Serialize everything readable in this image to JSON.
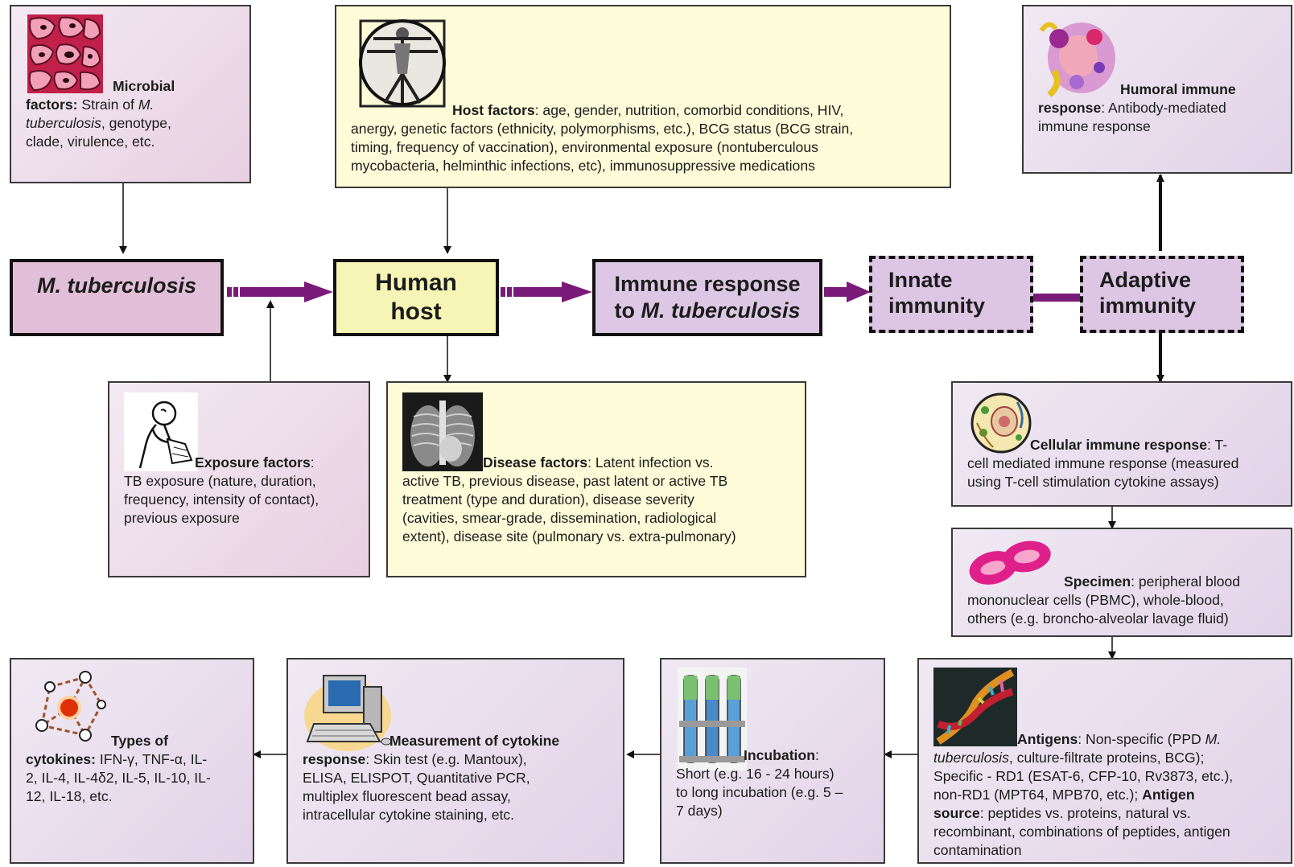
{
  "main_flow": {
    "mtb": "M. tuberculosis",
    "host_line1": "Human",
    "host_line2": "host",
    "immune_line1": "Immune response",
    "immune_line2_prefix": "to ",
    "immune_line2_em": "M. tuberculosis",
    "innate_line1": "Innate",
    "innate_line2": "immunity",
    "adaptive_line1": "Adaptive",
    "adaptive_line2": "immunity"
  },
  "microbial": {
    "title_a": "Microbial",
    "title_b": "factors:",
    "text_a": " Strain of ",
    "em_a": "M.",
    "em_b": "tuberculosis",
    "text_b": ", genotype,",
    "text_c": "clade, virulence, etc."
  },
  "host": {
    "title": "Host factors",
    "line1": ": age, gender, nutrition, comorbid conditions, HIV,",
    "line2": "anergy, genetic factors (ethnicity, polymorphisms, etc.), BCG status (BCG strain,",
    "line3": "timing, frequency of vaccination), environmental exposure (nontuberculous",
    "line4": "mycobacteria, helminthic infections, etc), immunosuppressive medications"
  },
  "humoral": {
    "title_a": "Humoral immune",
    "title_b": "response",
    "text_a": ": Antibody-mediated",
    "text_b": "immune response"
  },
  "exposure": {
    "title": "Exposure factors",
    "line1": ":",
    "line2": "TB exposure (nature, duration,",
    "line3": "frequency, intensity of contact),",
    "line4": "previous exposure"
  },
  "disease": {
    "title": "Disease factors",
    "line1": ": Latent infection vs.",
    "line2": "active TB, previous disease, past latent or active TB",
    "line3": "treatment (type and duration), disease severity",
    "line4": "(cavities, smear-grade, dissemination, radiological",
    "line5": "extent), disease site (pulmonary vs. extra-pulmonary)"
  },
  "cellular": {
    "title": "Cellular immune response",
    "line1": ": T-",
    "line2": "cell mediated immune response (measured",
    "line3": "using T-cell stimulation cytokine assays)"
  },
  "specimen": {
    "title": "Specimen",
    "line1": ": peripheral blood",
    "line2": "mononuclear cells (PBMC), whole-blood,",
    "line3": "others (e.g. broncho-alveolar lavage fluid)"
  },
  "antigens": {
    "title": "Antigens",
    "line1": ": Non-specific (PPD ",
    "line1_em": "M.",
    "line2_em": "tuberculosis",
    "line2": ", culture-filtrate proteins, BCG);",
    "line3": "Specific - RD1 (ESAT-6, CFP-10, Rv3873, etc.),",
    "line4": "non-RD1 (MPT64, MPB70, etc.); ",
    "line4_b": "Antigen",
    "line5_b": "source",
    "line5": ": peptides vs. proteins, natural vs.",
    "line6": "recombinant, combinations of peptides, antigen",
    "line7": "contamination"
  },
  "incubation": {
    "title": "Incubation",
    "line1": ":",
    "line2": "Short (e.g. 16 - 24 hours)",
    "line3": "to long incubation (e.g. 5 –",
    "line4": "7 days)"
  },
  "measurement": {
    "title_a": "Measurement of cytokine",
    "title_b": "response",
    "line1": ":  Skin test (e.g. Mantoux),",
    "line2": "ELISA, ELISPOT, Quantitative PCR,",
    "line3": "multiplex fluorescent bead assay,",
    "line4": "intracellular cytokine staining, etc."
  },
  "cytokines": {
    "title_a": "Types of",
    "title_b": "cytokines:",
    "line1": " IFN-γ, TNF-α, IL-",
    "line2": "2, IL-4, IL-4δ2, IL-5, IL-10, IL-",
    "line3": "12, IL-18, etc."
  },
  "colors": {
    "pink_box": "#ead6e6",
    "yellow_box": "#fdfbd8",
    "lavender_box": "#e6dcec",
    "flow_arrow": "#7a1a78",
    "mtb_fill": "#e2bfd8",
    "host_fill": "#f7f5b6",
    "immune_fill": "#dcc8e4"
  },
  "icons": [
    "infected-cells-icon",
    "vitruvian-man-icon",
    "antibody-icon",
    "coughing-person-icon",
    "chest-xray-icon",
    "t-cell-icon",
    "red-blood-cells-icon",
    "dna-helix-icon",
    "test-tubes-icon",
    "computer-icon",
    "cytokine-network-icon"
  ]
}
